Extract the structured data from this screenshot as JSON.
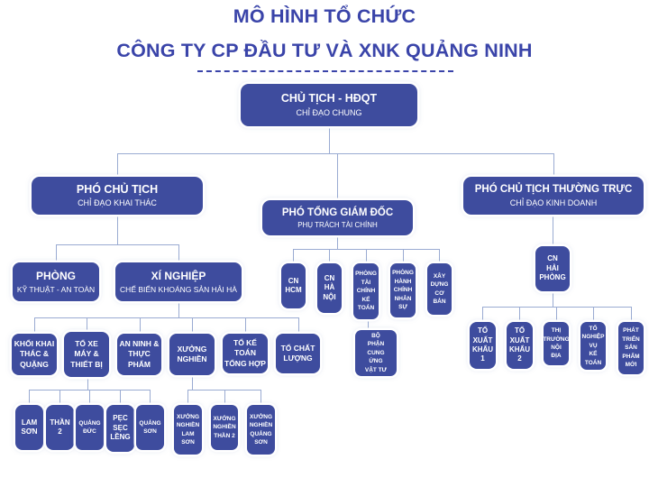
{
  "title": {
    "line1": "MÔ HÌNH TỔ CHỨC",
    "line2": "CÔNG TY CP ĐẦU TƯ VÀ XNK QUẢNG NINH"
  },
  "colors": {
    "box_fill": "#3e4c9e",
    "title_text": "#3a44a9",
    "connector_line": "#9aabd2",
    "background": "#ffffff"
  },
  "nodes": {
    "chairman": {
      "title": "CHỦ TỊCH - HĐQT",
      "subtitle": "CHỈ ĐẠO CHUNG"
    },
    "vice_chairman": {
      "title": "PHÓ CHỦ TỊCH",
      "subtitle": "CHỈ ĐẠO KHAI THÁC"
    },
    "deputy_gd": {
      "title": "PHÓ TỔNG GIÁM ĐỐC",
      "subtitle": "PHỤ TRÁCH TÀI CHÍNH"
    },
    "standing_vc": {
      "title": "PHÓ CHỦ TỊCH THƯỜNG TRỰC",
      "subtitle": "CHỈ ĐẠO KINH DOANH"
    },
    "phong_kt": {
      "title": "PHÒNG",
      "subtitle": "KỸ THUẬT - AN TOÀN"
    },
    "xi_nghiep": {
      "title": "XÍ NGHIỆP",
      "subtitle": "CHẾ BIẾN KHOÁNG SẢN HẢI HÀ"
    },
    "khoi_khai_thac": {
      "label": "KHỐI KHAI\nTHÁC &\nQUẶNG"
    },
    "to_xe_may": {
      "label": "TỔ XE MÁY &\nTHIẾT BỊ"
    },
    "an_ninh": {
      "label": "AN NINH &\nTHỰC\nPHẨM"
    },
    "xuong_nghien": {
      "label": "XƯỞNG\nNGHIỀN"
    },
    "to_ke_toan": {
      "label": "TỔ KẾ TOÁN\nTỔNG HỢP"
    },
    "to_chat_luong": {
      "label": "TỔ CHẤT\nLƯỢNG"
    },
    "lam_son": {
      "label": "LAM\nSƠN"
    },
    "than_2": {
      "label": "THẦN\n2"
    },
    "quang_duc": {
      "label": "QUẢNG\nĐỨC"
    },
    "pec_sec_leng": {
      "label": "PẸC\nSẸC\nLỀNG"
    },
    "quang_son": {
      "label": "QUẢNG\nSƠN"
    },
    "xn_lam_son": {
      "label": "XƯỞNG\nNGHIỀN\nLAM\nSƠN"
    },
    "xn_than_2": {
      "label": "XƯỞNG\nNGHIỀN\nTHẦN 2"
    },
    "xn_quang_son": {
      "label": "XƯỞNG\nNGHIỀN\nQUẢNG\nSƠN"
    },
    "cn_hcm": {
      "label": "CN\nHCM"
    },
    "cn_ha_noi": {
      "label": "CN\nHÀ\nNỘI"
    },
    "phong_tckt": {
      "label": "PHÒNG\nTÀI\nCHÍNH\nKẾ\nTOÁN"
    },
    "phong_hcns": {
      "label": "PHÒNG\nHÀNH\nCHÍNH\nNHÂN\nSỰ"
    },
    "xay_dung": {
      "label": "XÂY\nDỰNG\nCƠ\nBẢN"
    },
    "bo_phan": {
      "label": "BỘ\nPHẬN\nCUNG\nỨNG\nVẬT TƯ"
    },
    "cn_hai_phong": {
      "label": "CN\nHẢI\nPHÒNG"
    },
    "to_xk1": {
      "label": "TỔ\nXUẤT\nKHẨU\n1"
    },
    "to_xk2": {
      "label": "TỔ\nXUẤT\nKHẨU\n2"
    },
    "thi_truong": {
      "label": "THỊ\nTRƯỜNG\nNỘI\nĐỊA"
    },
    "to_nghiep_vu": {
      "label": "TỔ\nNGHIỆP\nVỤ\nKẾ\nTOÁN"
    },
    "phat_trien": {
      "label": "PHÁT\nTRIỂN\nSẢN\nPHẨM\nMỚI"
    }
  }
}
